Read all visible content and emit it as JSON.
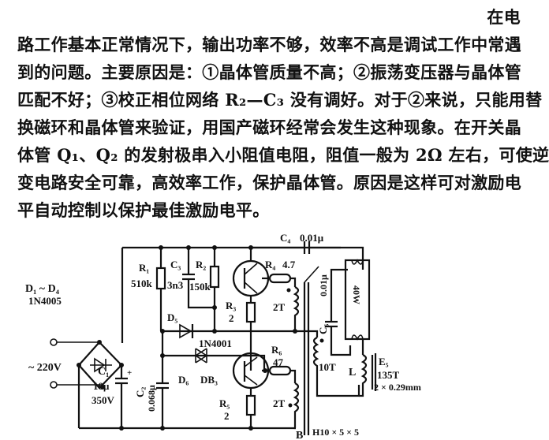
{
  "paragraph": {
    "lines": [
      "在电",
      "路工作基本正常情况下，输出功率不够，效率不高是调试工作中常遇",
      "到的问题。主要原因是：①晶体管质量不高；②振荡变压器与晶体管",
      "匹配不好；③校正相位网络 R₂—C₃ 没有调好。对于②来说，只能用替",
      "换磁环和晶体管来验证，用国产磁环经常会发生这种现象。在开关晶",
      "体管 Q₁、Q₂ 的发射极串入小阻值电阻，阻值一般为 2Ω 左右，可使逆",
      "变电路安全可靠，高效率工作，保护晶体管。原因是这样可对激励电",
      "平自动控制以保护最佳激励电平。"
    ]
  },
  "circuit": {
    "rectifier": {
      "label": "D₁ ~ D₄",
      "part": "1N4005"
    },
    "input_voltage": "~ 220V",
    "C1": {
      "label": "C₁",
      "value": "10μ",
      "rating": "350V",
      "polarity": "+"
    },
    "C2": {
      "label": "C₂",
      "value": "0.068μ"
    },
    "R1": {
      "label": "R₁",
      "value": "510k"
    },
    "C3": {
      "label": "C₃",
      "value": "3n3"
    },
    "R2": {
      "label": "R₂",
      "value": "150k"
    },
    "R3": {
      "label": "R₃",
      "value": "2"
    },
    "R4": {
      "label": "R₄",
      "value": "4.7"
    },
    "R5": {
      "label": "R₅",
      "value": "2"
    },
    "R6": {
      "label": "R₆",
      "value": "47"
    },
    "D5": {
      "label": "D₅",
      "part": "1N4001"
    },
    "D6": {
      "label": "D₆",
      "part": "DB₃"
    },
    "C4": {
      "label": "C₄",
      "value": "0.01μ"
    },
    "C5": {
      "label": "C₅",
      "value": "0.01μ"
    },
    "lamp": {
      "rating": "40W"
    },
    "winding_top": "2T",
    "winding_bottom": "2T",
    "winding_primary": "10T",
    "inductor": {
      "label": "L",
      "name": "E₅",
      "turns": "135T",
      "wire": "2 × 0.29mm"
    },
    "core": "H10 × 5 × 5",
    "transformer_label": "B"
  }
}
